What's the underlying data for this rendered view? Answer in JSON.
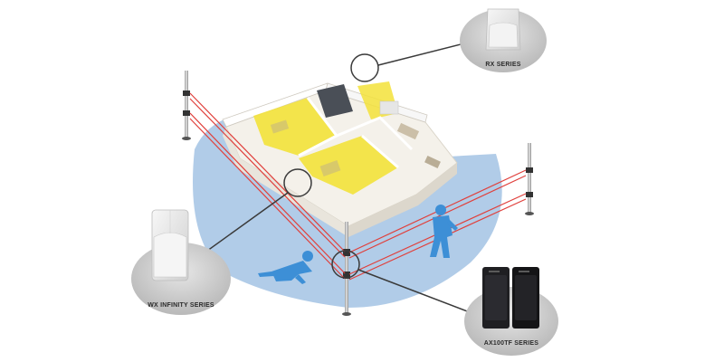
{
  "products": {
    "rx": {
      "label": "RX SERIES"
    },
    "wx": {
      "label": "WX INFINITY SERIES"
    },
    "ax": {
      "label": "AX100TF SERIES"
    }
  },
  "colors": {
    "coverage_zone": "#a9c6e6",
    "detection_zone": "#f3e23a",
    "beam": "#e0403c",
    "intruder": "#3d8fd6",
    "callout_line": "#3a3a3a",
    "product_disc": "#c8c8c8"
  },
  "icons": [
    "rx-detector-icon",
    "wx-detector-icon",
    "ax-beam-sensor-icon",
    "intruder-icon",
    "callout-circle-icon",
    "beam-pole-icon"
  ]
}
